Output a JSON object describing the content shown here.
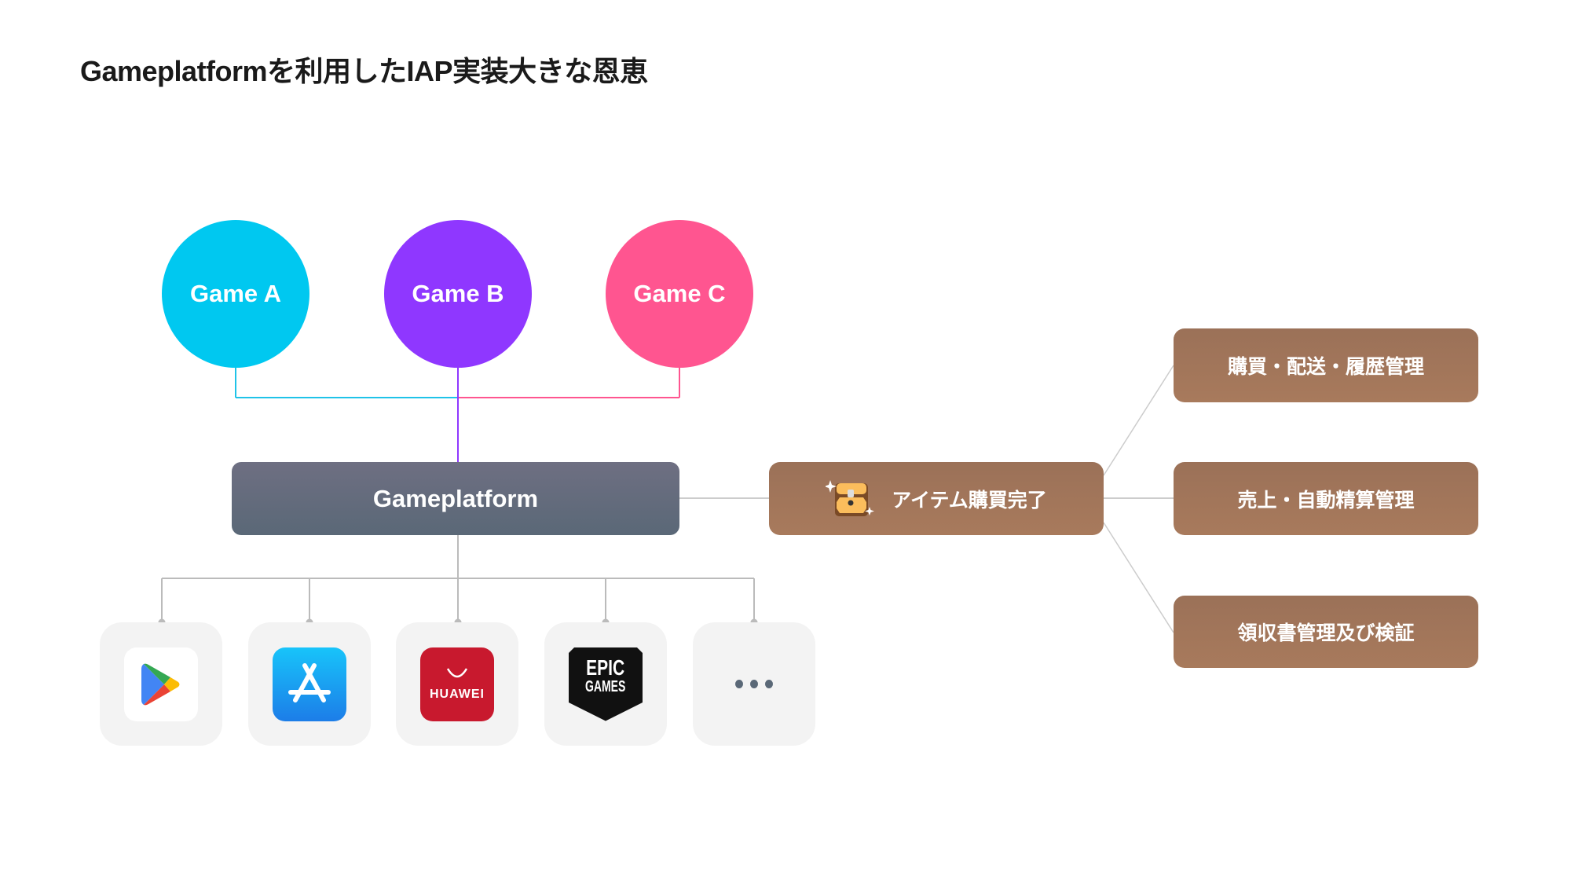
{
  "title": "Gameplatformを利用したIAP実装大きな恩恵",
  "games": [
    {
      "label": "Game A",
      "color": "#00c8f0"
    },
    {
      "label": "Game B",
      "color": "#8f37ff"
    },
    {
      "label": "Game C",
      "color": "#ff5590"
    }
  ],
  "platform": {
    "label": "Gameplatform"
  },
  "stores": [
    {
      "name": "google-play",
      "icon": "google-play-icon"
    },
    {
      "name": "app-store",
      "icon": "app-store-icon"
    },
    {
      "name": "huawei",
      "icon": "huawei-appgallery-icon",
      "label": "HUAWEI"
    },
    {
      "name": "epic-games",
      "icon": "epic-games-icon",
      "label_top": "EPIC",
      "label_bottom": "GAMES"
    },
    {
      "name": "more",
      "icon": "more-dots-icon"
    }
  ],
  "purchase": {
    "label": "アイテム購買完了",
    "icon": "treasure-chest-icon"
  },
  "benefits": [
    {
      "label": "購買・配送・履歴管理"
    },
    {
      "label": "売上・自動精算管理"
    },
    {
      "label": "領収書管理及び検証"
    }
  ]
}
